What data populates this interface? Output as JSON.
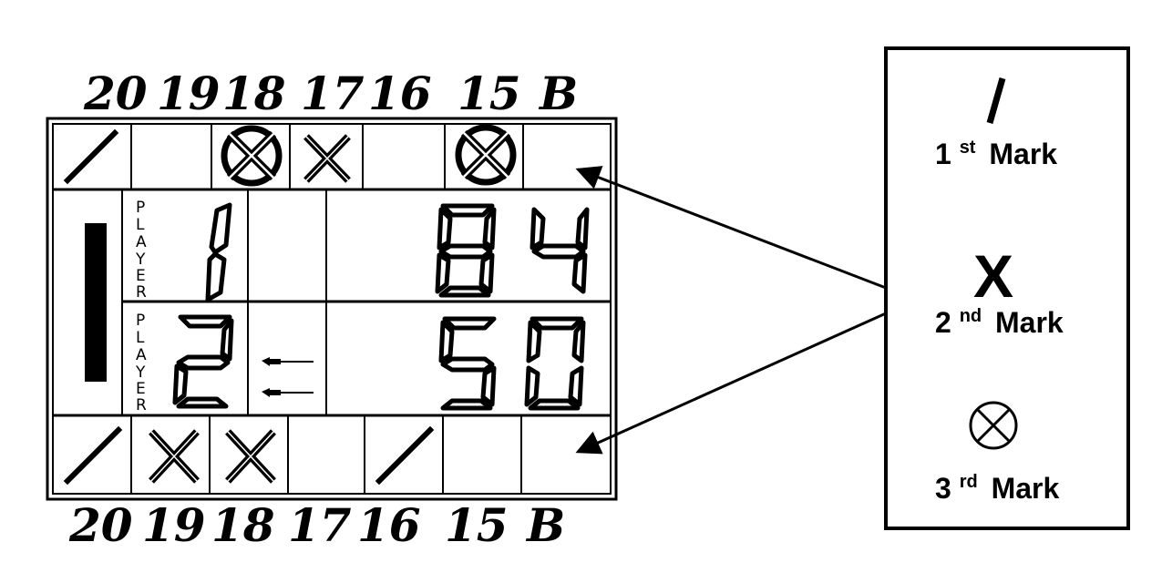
{
  "top_labels": [
    "20",
    "19",
    "18",
    "17",
    "16",
    "15",
    "B"
  ],
  "bottom_labels": [
    "20",
    "19",
    "18",
    "17",
    "16",
    "15",
    "B"
  ],
  "top_marks": [
    "slash",
    "none",
    "circle-x",
    "x",
    "none",
    "circle-x",
    "none"
  ],
  "bottom_marks": [
    "slash",
    "x",
    "x",
    "none",
    "slash",
    "none",
    "none"
  ],
  "players": [
    {
      "label": "PLAYER",
      "number": "1",
      "score": "84",
      "has_darts": false
    },
    {
      "label": "PLAYER",
      "number": "2",
      "score": "50",
      "has_darts": true
    }
  ],
  "legend": {
    "first": {
      "symbol": "/",
      "ordinal": "1",
      "suffix": "st",
      "word": "Mark"
    },
    "second": {
      "symbol": "X",
      "ordinal": "2",
      "suffix": "nd",
      "word": "Mark"
    },
    "third": {
      "symbol": "circle-x",
      "ordinal": "3",
      "suffix": "rd",
      "word": "Mark"
    }
  },
  "icons": {
    "mark_slash": "slash-icon",
    "mark_x": "x-mark-icon",
    "mark_circle_x": "circled-x-icon",
    "dart": "dart-icon",
    "arrow": "arrow-icon"
  }
}
